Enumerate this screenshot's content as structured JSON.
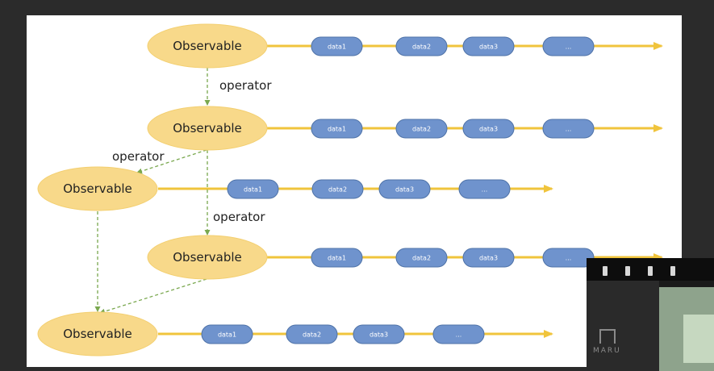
{
  "diagram": {
    "rows": [
      {
        "observable": "Observable",
        "items": [
          "data1",
          "data2",
          "data3",
          "..."
        ]
      },
      {
        "observable": "Observable",
        "items": [
          "data1",
          "data2",
          "data3",
          "..."
        ]
      },
      {
        "observable": "Observable",
        "items": [
          "data1",
          "data2",
          "data3",
          "..."
        ]
      },
      {
        "observable": "Observable",
        "items": [
          "data1",
          "data2",
          "data3",
          "..."
        ]
      },
      {
        "observable": "Observable",
        "items": [
          "data1",
          "data2",
          "data3",
          "..."
        ]
      }
    ],
    "operators": [
      "operator",
      "operator",
      "operator"
    ],
    "colors": {
      "background": "#2b2b2b",
      "slide": "#ffffff",
      "observable_fill": "#f8d98a",
      "timeline": "#f0c43c",
      "pill_fill": "#6f93cd",
      "pill_stroke": "#4f73a8",
      "operator_arrow": "#7aa84f"
    }
  },
  "inset": {
    "description_icon": "video-camera-feed"
  }
}
